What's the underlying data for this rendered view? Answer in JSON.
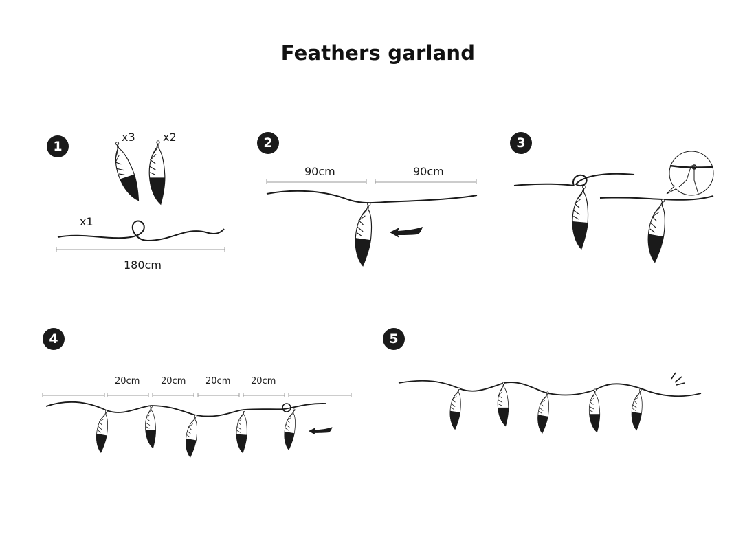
{
  "title": "Feathers garland",
  "colors": {
    "ink": "#1a1a1a",
    "measure": "#999999",
    "background": "#ffffff"
  },
  "steps": [
    {
      "number": "1",
      "labels": {
        "feather_a_qty": "x3",
        "feather_b_qty": "x2",
        "string_qty": "x1",
        "string_length": "180cm"
      }
    },
    {
      "number": "2",
      "labels": {
        "left_length": "90cm",
        "right_length": "90cm"
      },
      "icons": [
        "feather-icon",
        "arrow-left-icon"
      ]
    },
    {
      "number": "3",
      "icons": [
        "knot-icon",
        "magnifier-callout-icon",
        "feather-icon"
      ]
    },
    {
      "number": "4",
      "labels": {
        "spacings": [
          "20cm",
          "20cm",
          "20cm",
          "20cm"
        ]
      },
      "icons": [
        "feather-icon",
        "arrow-left-icon"
      ]
    },
    {
      "number": "5",
      "icons": [
        "feather-icon",
        "sparkle-icon"
      ]
    }
  ]
}
